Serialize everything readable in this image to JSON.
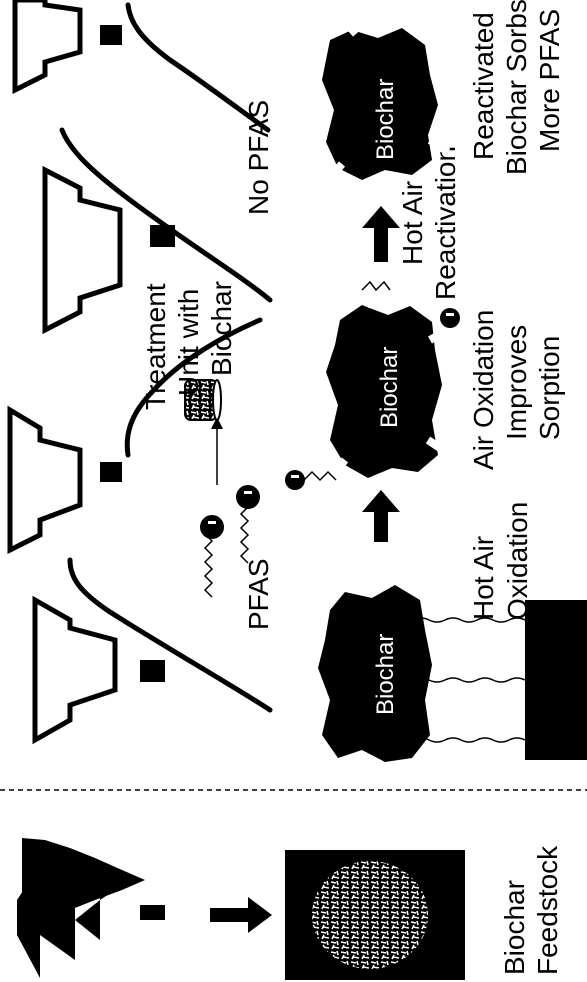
{
  "labels": {
    "feedstock_line1": "Biochar",
    "feedstock_line2": "Feedstock",
    "pfas": "PFAS",
    "no_pfas": "No PFAS",
    "treatment_line1": "Treatment",
    "treatment_line2": "Unit with",
    "treatment_line3": "Biochar",
    "hot_air_ox_line1": "Hot Air",
    "hot_air_ox_line2": "Oxidation",
    "improves_line1": "Air Oxidation",
    "improves_line2": "Improves",
    "improves_line3": "Sorption",
    "reactivation_line1": "Hot Air",
    "reactivation_line2": "Reactivation",
    "reactivated_line1": "Reactivated",
    "reactivated_line2": "Biochar Sorbs",
    "reactivated_line3": "More PFAS",
    "biochar_particle_1": "Biochar",
    "biochar_particle_2": "Biochar",
    "biochar_particle_3": "Biochar"
  },
  "icons": {
    "tree": "conifer-tree-icon",
    "stream": "stream-channel",
    "heater": "heater-block",
    "pfas_molecule": "pfas-molecule-icon"
  },
  "colors": {
    "ink": "#000000",
    "background": "#ffffff",
    "feedstock_speckle": "#ffffff"
  }
}
